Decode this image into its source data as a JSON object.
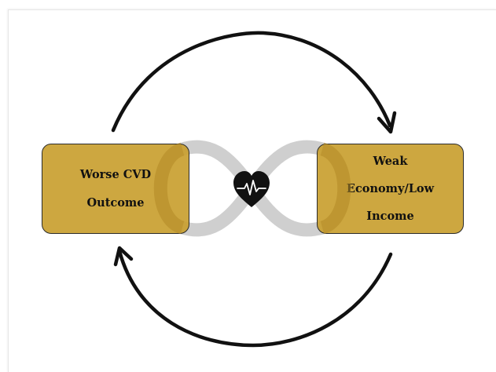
{
  "diagram": {
    "left_box": {
      "lines": [
        "Worse CVD",
        "Outcome"
      ]
    },
    "right_box": {
      "lines": [
        "Weak",
        "Economy/Low",
        "Income"
      ]
    },
    "center_icon": "heart-pulse-icon",
    "colors": {
      "box_fill": "#c9a030",
      "box_border": "#2b2b2b",
      "infinity_loop": "#cfcfcf",
      "arrows": "#111111",
      "heart": "#111111"
    }
  }
}
